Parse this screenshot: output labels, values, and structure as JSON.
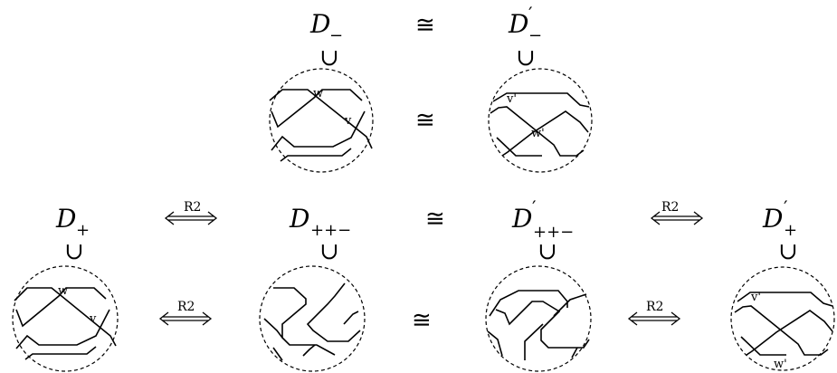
{
  "relations": {
    "iso": "≅",
    "subset": "∪",
    "move_label": "R2"
  },
  "row1": {
    "d_minus": {
      "base": "D",
      "sub": "−"
    },
    "d_minus_prime": {
      "base": "D",
      "prime": "′",
      "sub": "−"
    }
  },
  "row2": {
    "d_plus": {
      "base": "D",
      "sub": "+"
    },
    "d_ppm": {
      "base": "D",
      "sub": "++−"
    },
    "d_ppm_prime": {
      "base": "D",
      "prime": "′",
      "sub": "++−"
    },
    "d_plus_prime": {
      "base": "D",
      "prime": "′",
      "sub": "+"
    }
  },
  "crossing_labels": {
    "w": "w",
    "v": "v",
    "v_prime": "v'",
    "w_prime": "w'"
  }
}
